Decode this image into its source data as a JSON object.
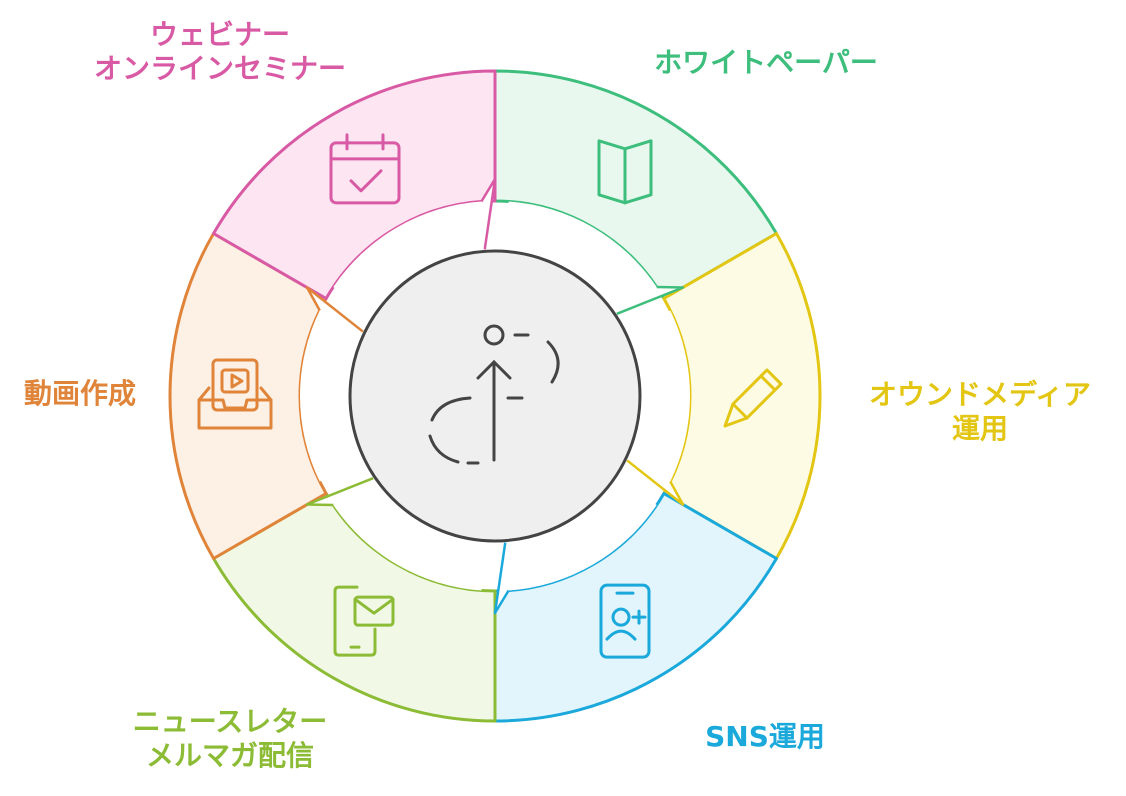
{
  "segments": [
    {
      "id": "whitepaper",
      "lines": [
        "ホワイトペーパー"
      ],
      "color": "#3dbe7c",
      "fill": "#e8f8ef",
      "icon": "book-icon"
    },
    {
      "id": "owned-media",
      "lines": [
        "オウンドメディア",
        "運用"
      ],
      "color": "#e3c614",
      "fill": "#fdfbe3",
      "icon": "pen-icon"
    },
    {
      "id": "sns",
      "lines": [
        "SNS運用"
      ],
      "color": "#1ba9db",
      "fill": "#e2f5fc",
      "icon": "contact-phone-icon"
    },
    {
      "id": "newsletter",
      "lines": [
        "ニュースレター",
        "メルマガ配信"
      ],
      "color": "#8cbb36",
      "fill": "#f2f8e6",
      "icon": "mobile-mail-icon"
    },
    {
      "id": "video",
      "lines": [
        "動画作成"
      ],
      "color": "#e0843a",
      "fill": "#fdf0e4",
      "icon": "video-tray-icon"
    },
    {
      "id": "webinar",
      "lines": [
        "ウェビナー",
        "オンラインセミナー"
      ],
      "color": "#d95aa4",
      "fill": "#fde6f2",
      "icon": "calendar-check-icon"
    }
  ],
  "center": {
    "icon": "growth-path-icon",
    "fill": "#efefef",
    "stroke": "#444444"
  }
}
